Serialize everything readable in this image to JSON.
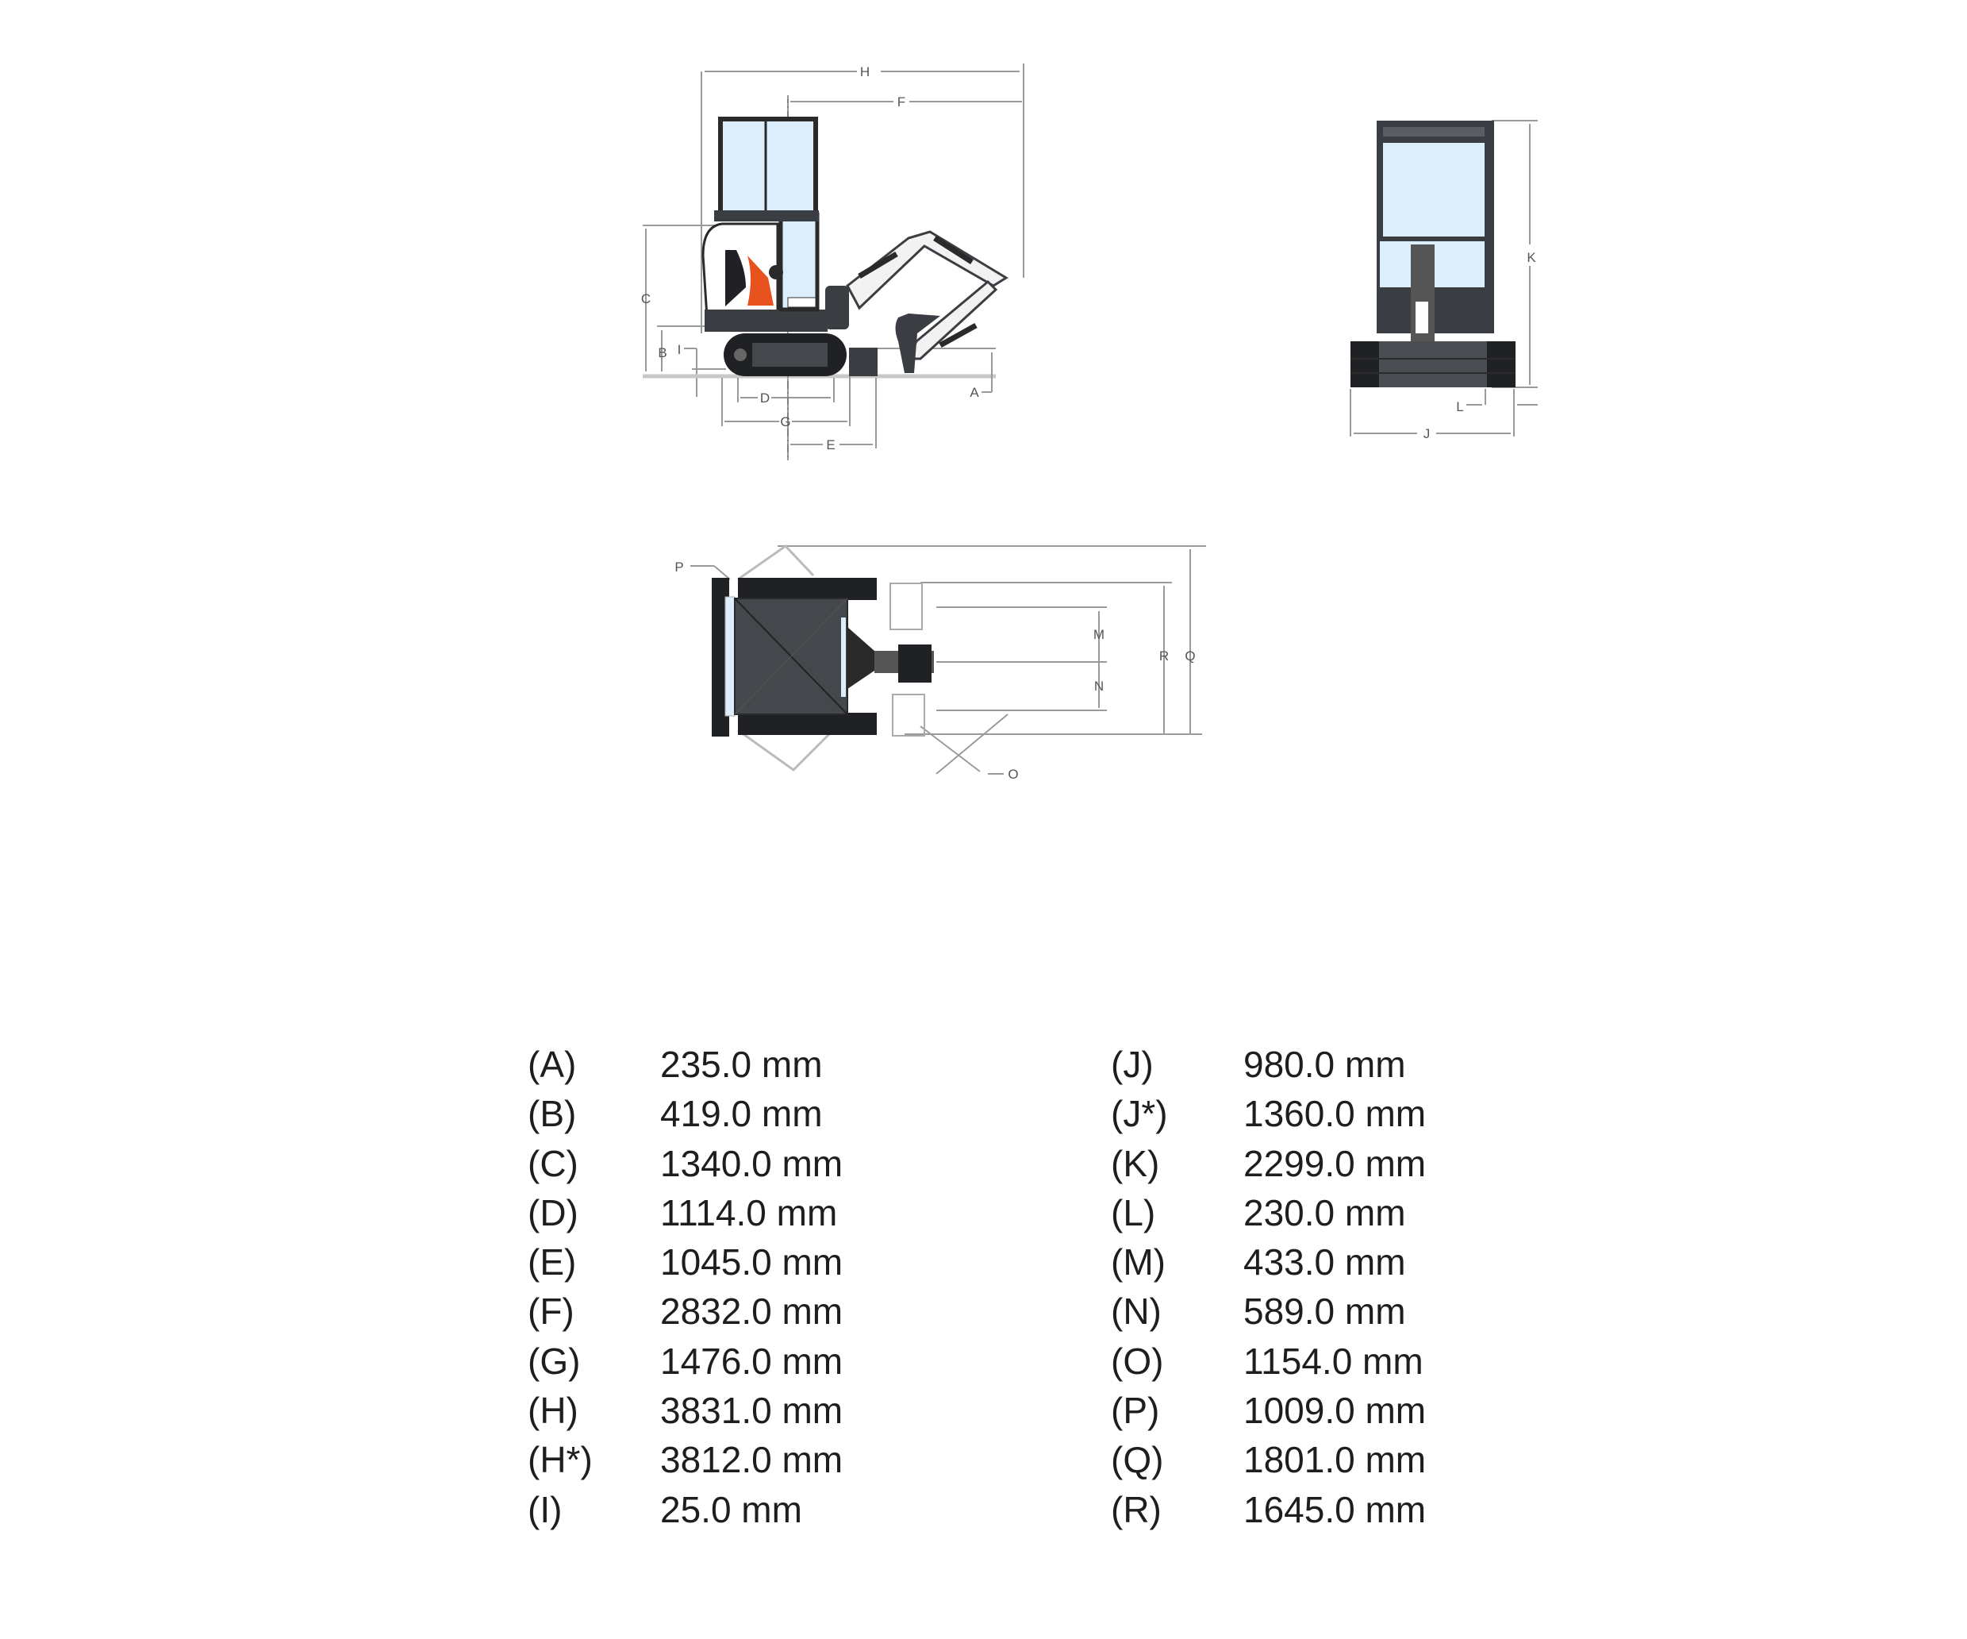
{
  "diagrams": {
    "side_view": {
      "labels": [
        "H",
        "F",
        "C",
        "B",
        "I",
        "A",
        "D",
        "G",
        "E"
      ]
    },
    "front_view": {
      "labels": [
        "K",
        "L",
        "J"
      ]
    },
    "top_view": {
      "labels": [
        "P",
        "M",
        "N",
        "R",
        "Q",
        "O"
      ]
    },
    "colors": {
      "glass": "#dceefb",
      "body_dark": "#3a3d42",
      "accent_orange": "#e8521e",
      "dimension_line": "#9a9a9a"
    }
  },
  "specs": {
    "unit": "mm",
    "left": [
      {
        "code": "(A)",
        "value": "235.0 mm"
      },
      {
        "code": "(B)",
        "value": "419.0 mm"
      },
      {
        "code": "(C)",
        "value": "1340.0 mm"
      },
      {
        "code": "(D)",
        "value": "1114.0 mm"
      },
      {
        "code": "(E)",
        "value": "1045.0 mm"
      },
      {
        "code": "(F)",
        "value": "2832.0 mm"
      },
      {
        "code": "(G)",
        "value": "1476.0 mm"
      },
      {
        "code": "(H)",
        "value": "3831.0 mm"
      },
      {
        "code": "(H*)",
        "value": "3812.0 mm"
      },
      {
        "code": "(I)",
        "value": "25.0 mm"
      }
    ],
    "right": [
      {
        "code": "(J)",
        "value": "980.0 mm"
      },
      {
        "code": "(J*)",
        "value": "1360.0 mm"
      },
      {
        "code": "(K)",
        "value": "2299.0 mm"
      },
      {
        "code": "(L)",
        "value": "230.0 mm"
      },
      {
        "code": "(M)",
        "value": "433.0 mm"
      },
      {
        "code": "(N)",
        "value": "589.0 mm"
      },
      {
        "code": "(O)",
        "value": "1154.0 mm"
      },
      {
        "code": "(P)",
        "value": "1009.0 mm"
      },
      {
        "code": "(Q)",
        "value": "1801.0 mm"
      },
      {
        "code": "(R)",
        "value": "1645.0 mm"
      }
    ]
  }
}
